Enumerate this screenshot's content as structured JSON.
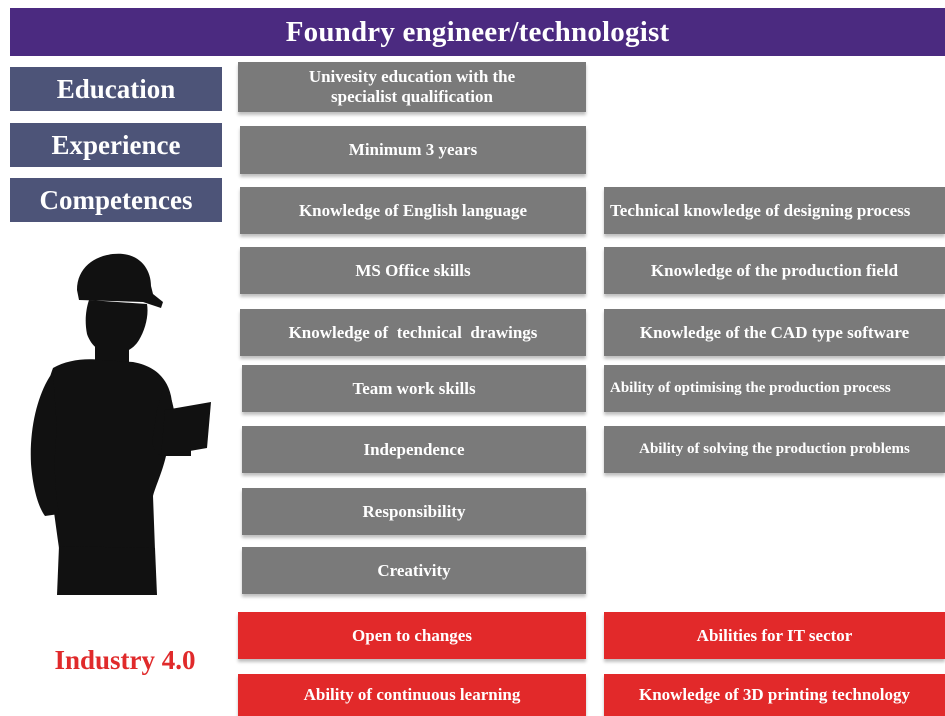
{
  "title": "Foundry engineer/technologist",
  "labels": {
    "education": "Education",
    "experience": "Experience",
    "competences": "Competences",
    "industry": "Industry 4.0"
  },
  "education_value": "Univesity education with the specialist qualification",
  "education_lines": [
    "Univesity education with the",
    "specialist qualification"
  ],
  "experience_value": "Minimum 3 years",
  "competences_left": [
    "Knowledge of English language",
    "MS Office skills",
    "Knowledge of  technical  drawings",
    "Team work skills",
    "Independence",
    "Responsibility",
    "Creativity"
  ],
  "competences_right": [
    "Technical knowledge of designing process",
    "Knowledge of the production field",
    "Knowledge of the CAD type software",
    "Ability of optimising the production process",
    "Ability of solving the production problems"
  ],
  "industry_left": [
    "Open to changes",
    "Ability of continuous learning"
  ],
  "industry_right": [
    "Abilities for IT sector",
    "Knowledge of 3D printing technology"
  ],
  "colors": {
    "title_bg": "#4b2a80",
    "label_bg": "#4d5478",
    "box_gray": "#7a7a7a",
    "box_red": "#e2292a",
    "industry_text": "#e02a2b"
  },
  "icons": [
    "worker-with-tablet-silhouette"
  ]
}
